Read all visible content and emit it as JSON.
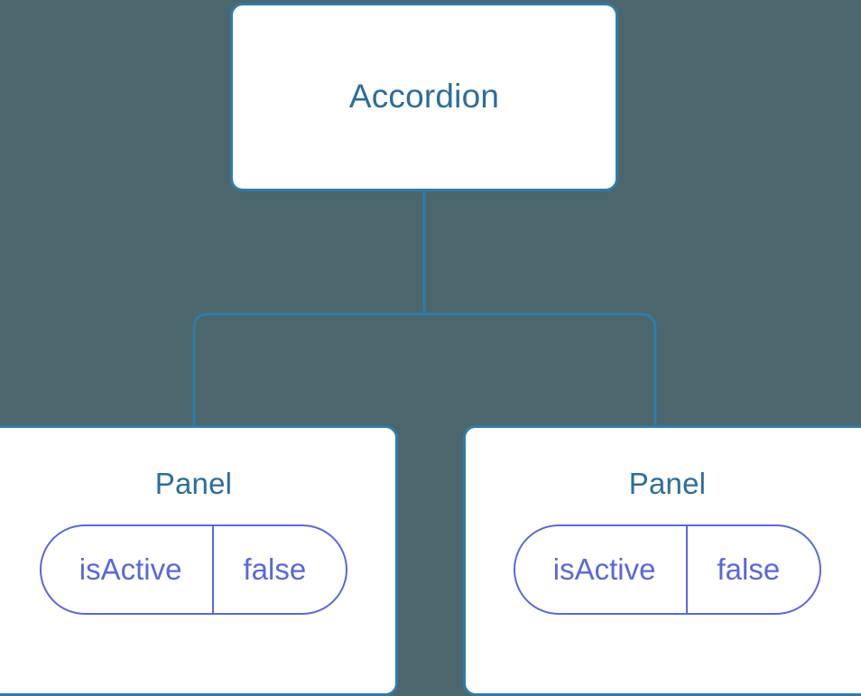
{
  "diagram": {
    "type": "component-tree",
    "background_color": "#4c666d",
    "node_border_color": "#2f7cab",
    "node_title_color": "#2c6d9b",
    "edge_color": "#2f7cab",
    "state_accent_color": "#5b68d8",
    "root": {
      "id": "accordion",
      "label": "Accordion"
    },
    "children": [
      {
        "id": "panel-1",
        "label": "Panel",
        "state": {
          "key": "isActive",
          "value": "false"
        }
      },
      {
        "id": "panel-2",
        "label": "Panel",
        "state": {
          "key": "isActive",
          "value": "false"
        }
      }
    ]
  }
}
